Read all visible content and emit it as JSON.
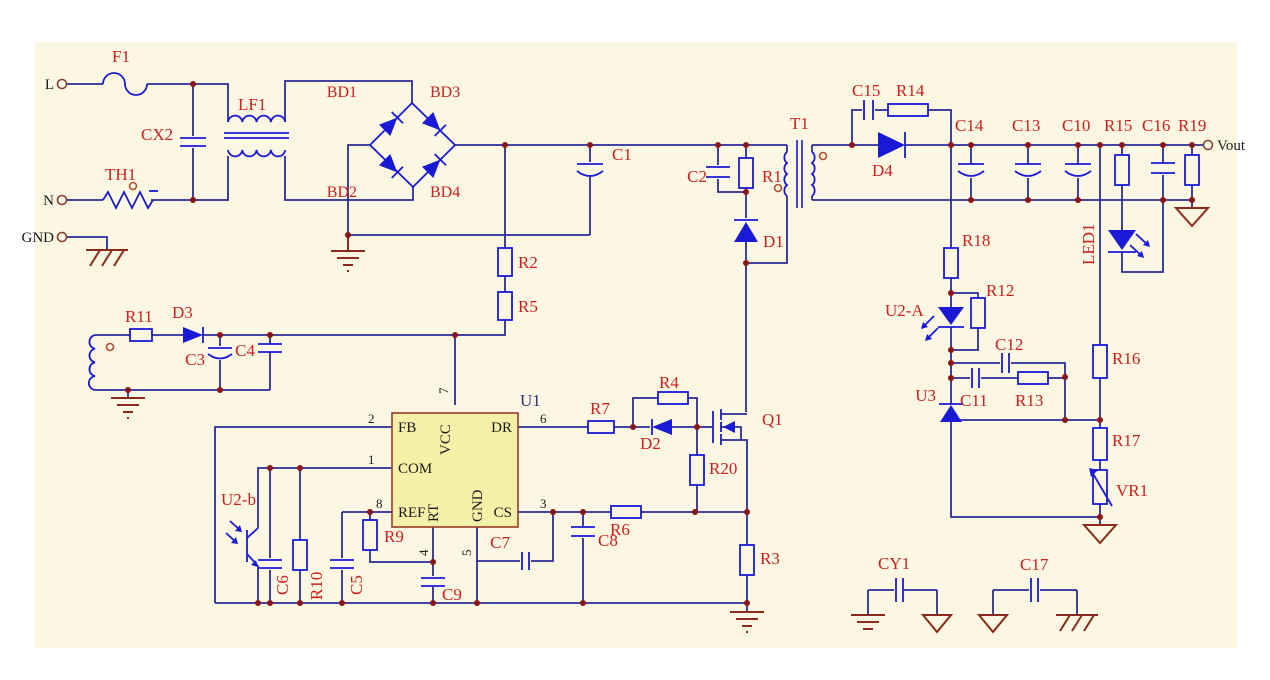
{
  "diagram": {
    "kind": "circuit-schematic",
    "subject": "Flyback switching power supply (AC-DC) with PWM controller, optocoupler and TL431 feedback"
  },
  "colors": {
    "background_panel": "#FBF7E2",
    "page": "#FFFFFF",
    "wire_blue": "#2B2B96",
    "component_blue": "#1A1AD6",
    "label_red": "#CC1F1F",
    "junction_maroon": "#8C1616",
    "ground_maroon": "#8C2B1B",
    "ic_fill": "#F6F0A8",
    "ic_border": "#9B3A2A",
    "text_black": "#1A1A1A"
  },
  "terminals": {
    "L": "L",
    "N": "N",
    "GND": "GND",
    "Vout": "Vout"
  },
  "ic": {
    "ref": "U1",
    "pins": [
      {
        "num": "2",
        "name": "FB"
      },
      {
        "num": "1",
        "name": "COM"
      },
      {
        "num": "8",
        "name": "REF"
      },
      {
        "num": "7",
        "name": "VCC"
      },
      {
        "num": "6",
        "name": "DR"
      },
      {
        "num": "3",
        "name": "CS"
      },
      {
        "num": "4",
        "name": "RT"
      },
      {
        "num": "5",
        "name": "GND"
      }
    ]
  },
  "labels": {
    "F1": "F1",
    "LF1": "LF1",
    "CX2": "CX2",
    "TH1": "TH1",
    "BD1": "BD1",
    "BD2": "BD2",
    "BD3": "BD3",
    "BD4": "BD4",
    "C1": "C1",
    "R2": "R2",
    "R5": "R5",
    "R11": "R11",
    "D3": "D3",
    "C3": "C3",
    "C4": "C4",
    "C2": "C2",
    "R1": "R1",
    "D1": "D1",
    "T1": "T1",
    "C15": "C15",
    "R14": "R14",
    "D4": "D4",
    "C14": "C14",
    "C13": "C13",
    "C10": "C10",
    "R15": "R15",
    "C16": "C16",
    "R19": "R19",
    "LED1": "LED1",
    "R18": "R18",
    "U2A": "U2-A",
    "R12": "R12",
    "C12": "C12",
    "C11": "C11",
    "R13": "R13",
    "U3": "U3",
    "R16": "R16",
    "R17": "R17",
    "VR1": "VR1",
    "U2b": "U2-b",
    "C6": "C6",
    "R10": "R10",
    "C5": "C5",
    "R9": "R9",
    "C9": "C9",
    "C7": "C7",
    "C8": "C8",
    "R6": "R6",
    "R7": "R7",
    "R4": "R4",
    "D2": "D2",
    "R20": "R20",
    "Q1": "Q1",
    "R3": "R3",
    "CY1": "CY1",
    "C17": "C17",
    "U1": "U1"
  }
}
